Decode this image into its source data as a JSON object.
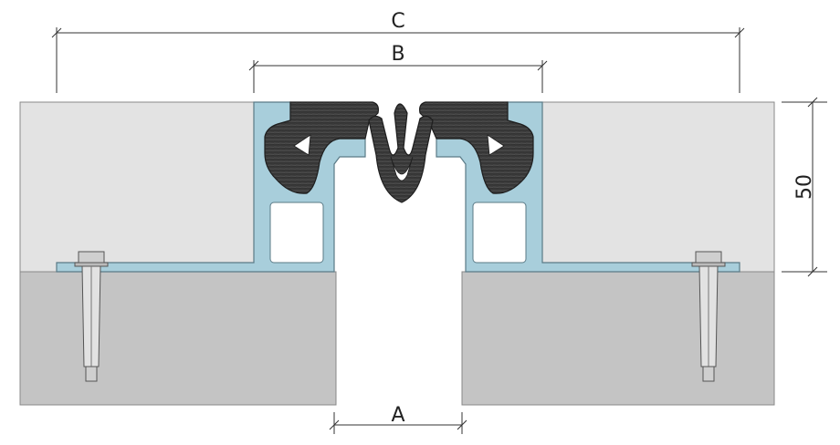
{
  "dimensions": {
    "a_label": "A",
    "b_label": "B",
    "c_label": "C",
    "height_label": "50"
  },
  "colors": {
    "screed": "#e3e3e3",
    "concrete": "#c4c4c4",
    "aluminium": "#a8cedb",
    "rubber": "#3b3b3b",
    "line": "#333333"
  }
}
